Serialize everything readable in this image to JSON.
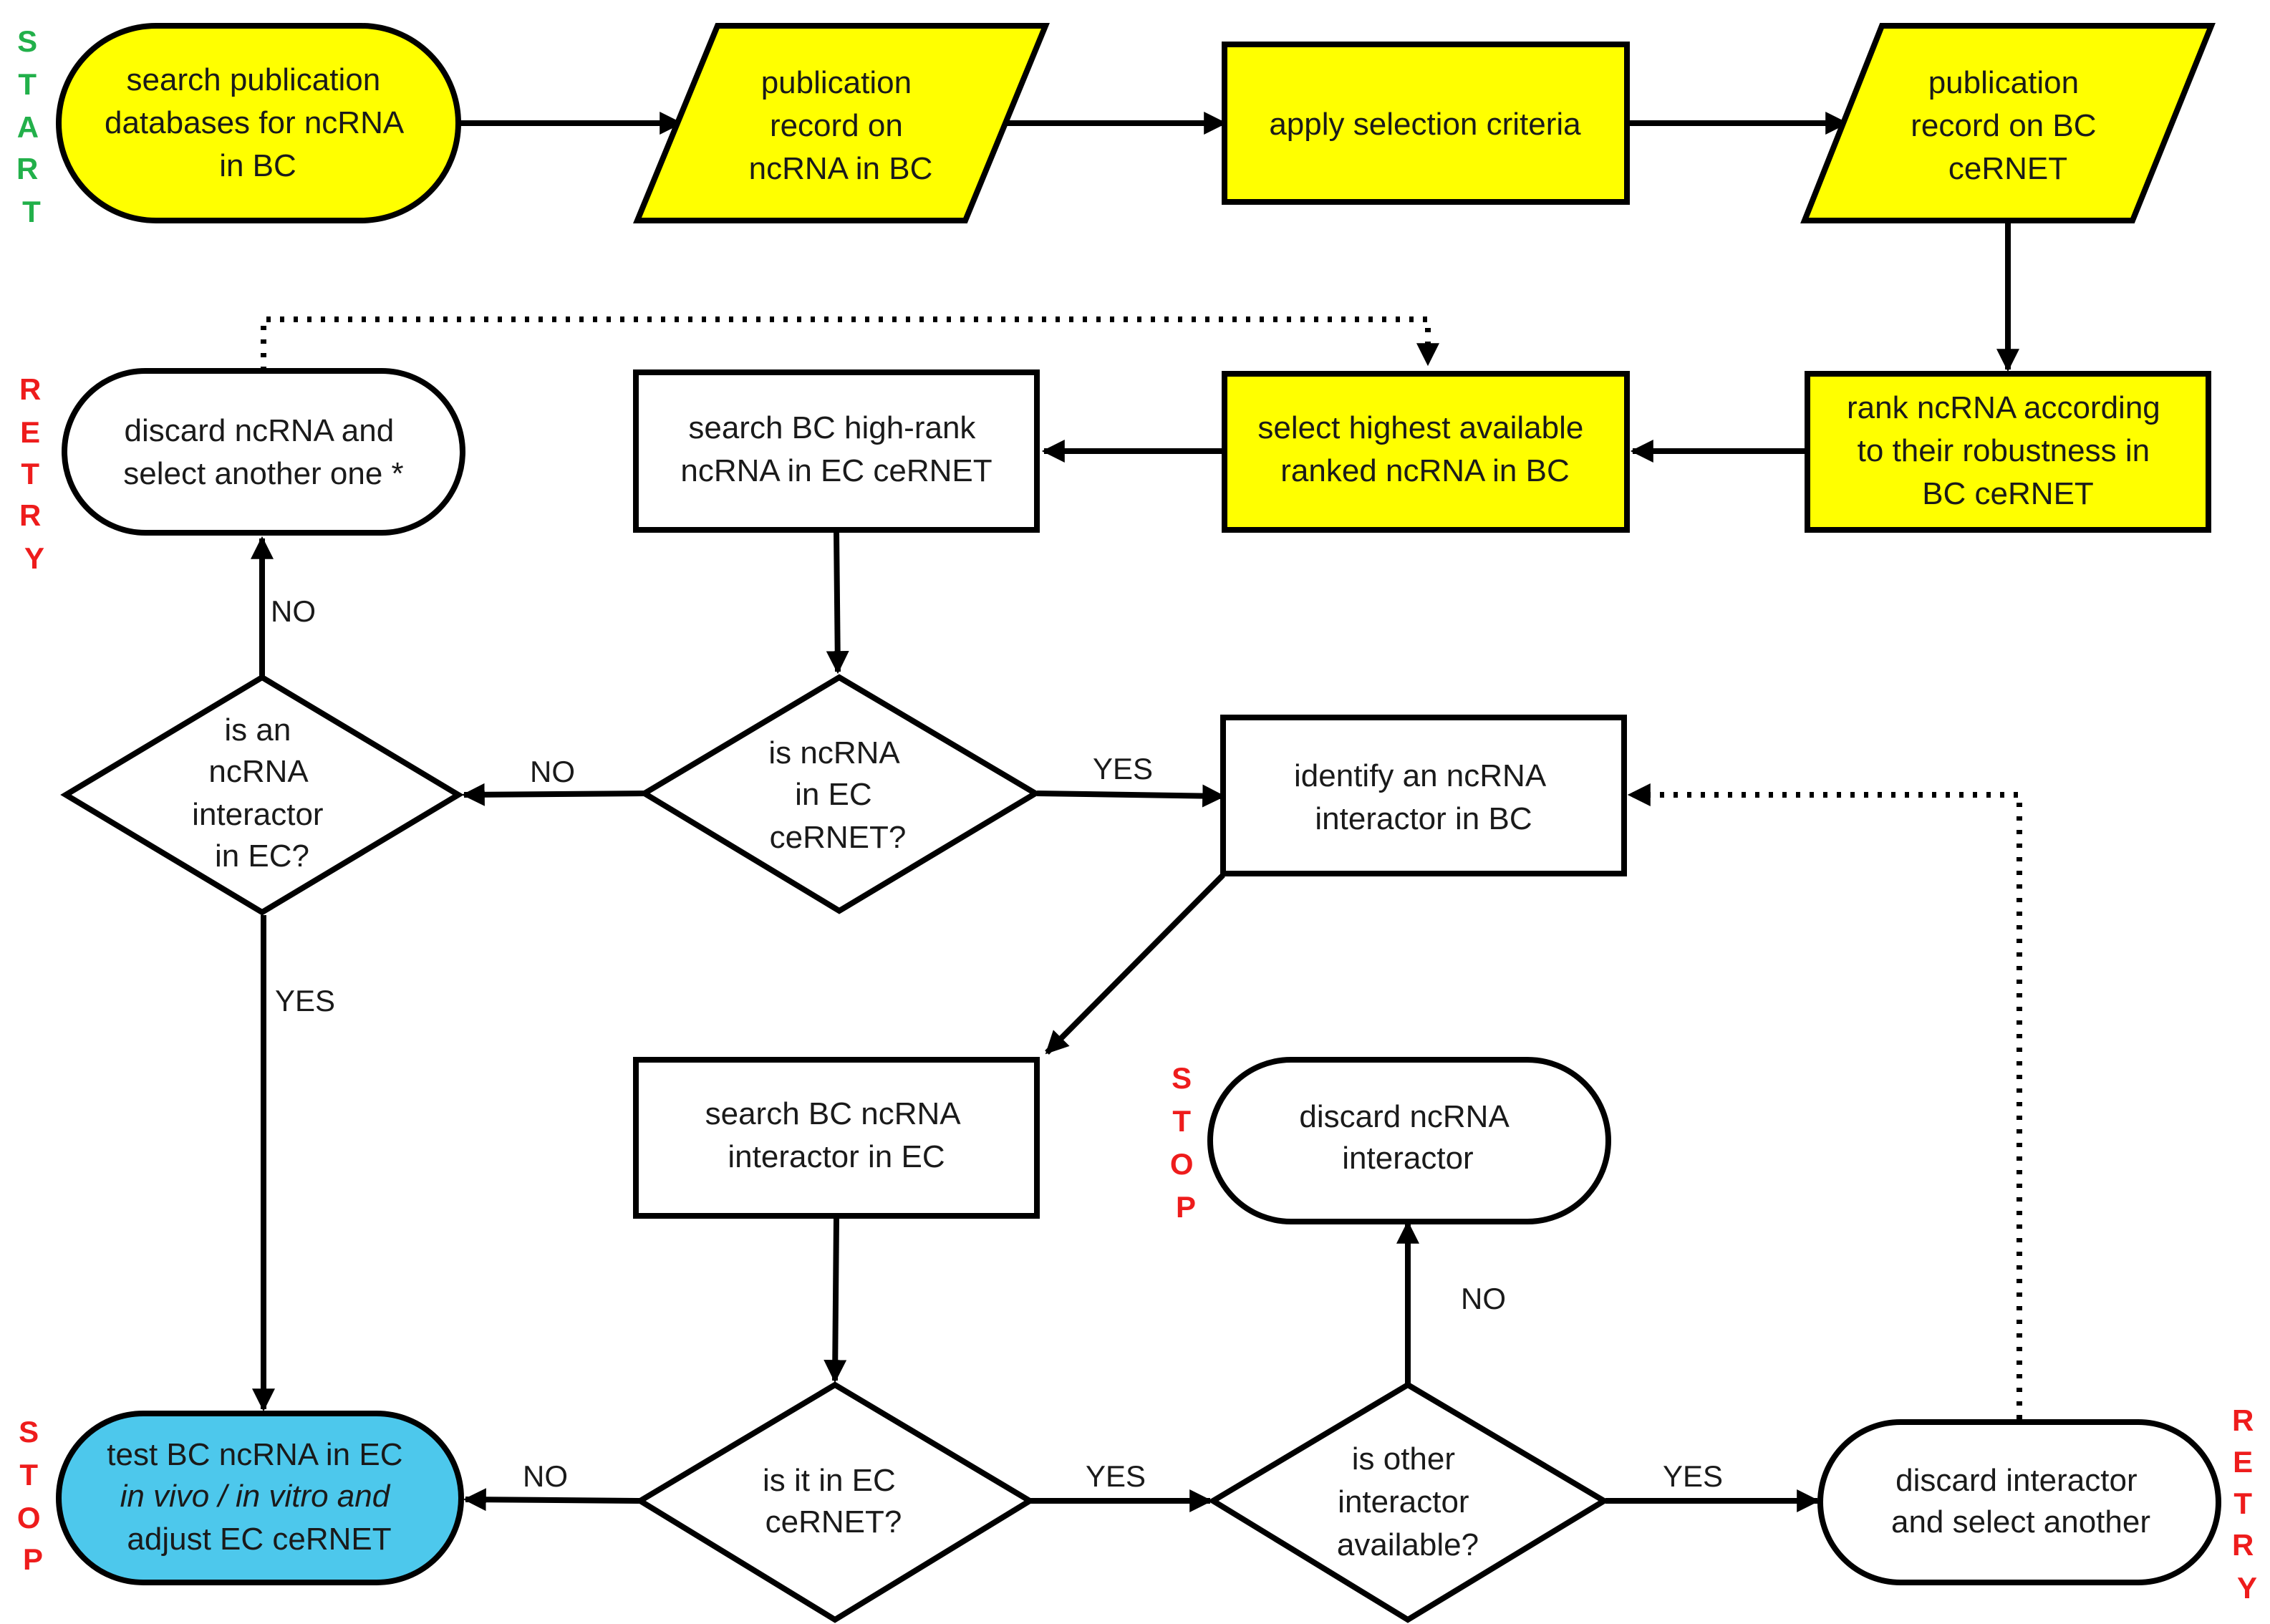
{
  "colors": {
    "terminal_fill": "#ffff00",
    "stop_fill": "#4dc8ec",
    "plain_fill": "#ffffff",
    "start_label": "#22b04a",
    "retry_stop_label": "#ee1c1c"
  },
  "nodes": {
    "search_databases": {
      "lines": [
        "search publication",
        "databases for ncRNA",
        "in BC"
      ]
    },
    "publication_record_ncrna": {
      "lines": [
        "publication",
        "record on",
        "ncRNA in BC"
      ]
    },
    "apply_criteria": {
      "lines": [
        "apply selection criteria"
      ]
    },
    "publication_record_cernet": {
      "lines": [
        "publication",
        "record on BC",
        "ceRNET"
      ]
    },
    "rank_ncrna": {
      "lines": [
        "rank ncRNA according",
        "to their robustness in",
        "BC ceRNET"
      ]
    },
    "select_highest": {
      "lines": [
        "select highest available",
        "ranked ncRNA in BC"
      ]
    },
    "search_high_rank": {
      "lines": [
        "search BC high-rank",
        "ncRNA in EC ceRNET"
      ]
    },
    "discard_ncrna_select": {
      "lines": [
        "discard ncRNA and",
        "select another one *"
      ]
    },
    "is_ncrna_interactor": {
      "lines": [
        "is an",
        "ncRNA",
        "interactor",
        "in EC?"
      ]
    },
    "is_ncrna_in_cernet": {
      "lines": [
        "is ncRNA",
        "in EC",
        "ceRNET?"
      ]
    },
    "identify_interactor": {
      "lines": [
        "identify an ncRNA",
        "interactor in BC"
      ]
    },
    "search_interactor_ec": {
      "lines": [
        "search BC ncRNA",
        "interactor in EC"
      ]
    },
    "discard_interactor_stop": {
      "lines": [
        "discard ncRNA",
        "interactor"
      ]
    },
    "test_bc_ncrna": {
      "lines": [
        "test BC ncRNA in EC",
        "in vivo / in vitro and",
        "adjust EC ceRNET"
      ]
    },
    "is_it_in_cernet": {
      "lines": [
        "is it in EC",
        "ceRNET?"
      ]
    },
    "is_other_interactor": {
      "lines": [
        "is other",
        "interactor",
        "available?"
      ]
    },
    "discard_interactor_select": {
      "lines": [
        "discard interactor",
        "and select another"
      ]
    }
  },
  "edge_labels": {
    "no_up_left": "NO",
    "no_mid_left": "NO",
    "yes_mid": "YES",
    "yes_down_left": "YES",
    "no_bottom_left": "NO",
    "yes_bottom_mid": "YES",
    "no_up_stop": "NO",
    "yes_bottom_right": "YES"
  },
  "side_labels": {
    "start": [
      "S",
      "T",
      "A",
      "R",
      "T"
    ],
    "retry_left": [
      "R",
      "E",
      "T",
      "R",
      "Y"
    ],
    "stop_middle": [
      "S",
      "T",
      "O",
      "P"
    ],
    "stop_left": [
      "S",
      "T",
      "O",
      "P"
    ],
    "retry_right": [
      "R",
      "E",
      "T",
      "R",
      "Y"
    ]
  }
}
